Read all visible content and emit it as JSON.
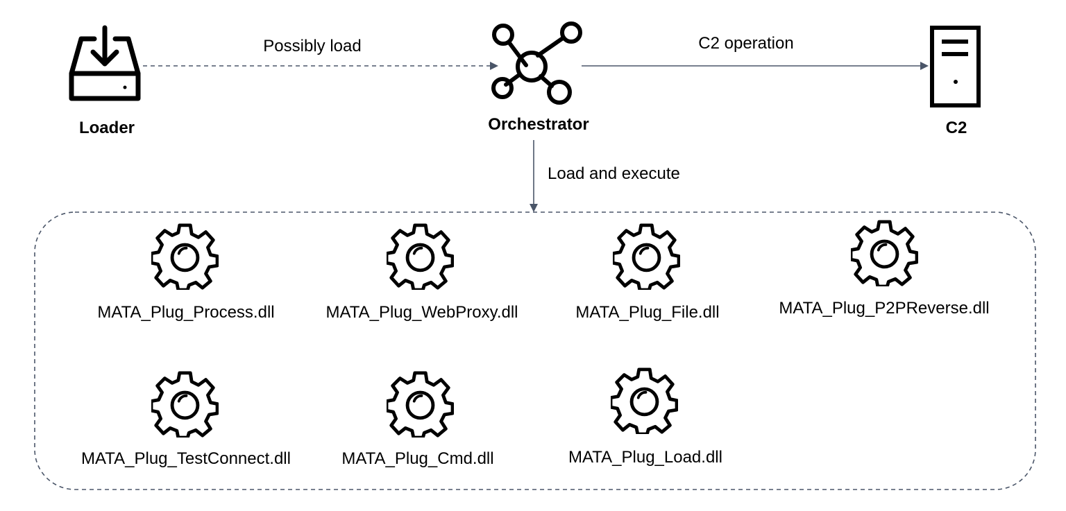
{
  "diagram": {
    "nodes": {
      "loader": {
        "label": "Loader",
        "icon": "tray-download-icon"
      },
      "orchestrator": {
        "label": "Orchestrator",
        "icon": "network-hub-icon"
      },
      "c2": {
        "label": "C2",
        "icon": "server-icon"
      }
    },
    "edges": {
      "possibly_load": {
        "label": "Possibly load",
        "from": "loader",
        "to": "orchestrator",
        "style": "dashed"
      },
      "c2_operation": {
        "label": "C2 operation",
        "from": "orchestrator",
        "to": "c2",
        "style": "solid"
      },
      "load_execute": {
        "label": "Load and execute",
        "from": "orchestrator",
        "to": "plugins",
        "style": "solid"
      }
    },
    "plugins": [
      {
        "label": "MATA_Plug_Process.dll",
        "icon": "gear-icon"
      },
      {
        "label": "MATA_Plug_WebProxy.dll",
        "icon": "gear-icon"
      },
      {
        "label": "MATA_Plug_File.dll",
        "icon": "gear-icon"
      },
      {
        "label": "MATA_Plug_P2PReverse.dll",
        "icon": "gear-icon"
      },
      {
        "label": "MATA_Plug_TestConnect.dll",
        "icon": "gear-icon"
      },
      {
        "label": "MATA_Plug_Cmd.dll",
        "icon": "gear-icon"
      },
      {
        "label": "MATA_Plug_Load.dll",
        "icon": "gear-icon"
      }
    ],
    "colors": {
      "line": "#4a5568",
      "icon": "#000000",
      "text": "#000000",
      "group_border": "#4a5568"
    }
  }
}
